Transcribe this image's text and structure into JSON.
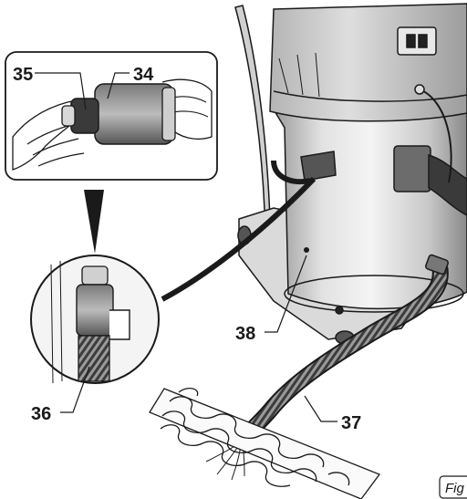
{
  "callouts": {
    "c34": "34",
    "c35": "35",
    "c36": "36",
    "c37": "37",
    "c38": "38"
  },
  "figure_label": "Fig",
  "colors": {
    "line": "#1a1a1a",
    "tank_light": "#e4e4e4",
    "tank_dark": "#8c8c8c",
    "hose": "#4a4a4a",
    "background": "#ffffff"
  }
}
